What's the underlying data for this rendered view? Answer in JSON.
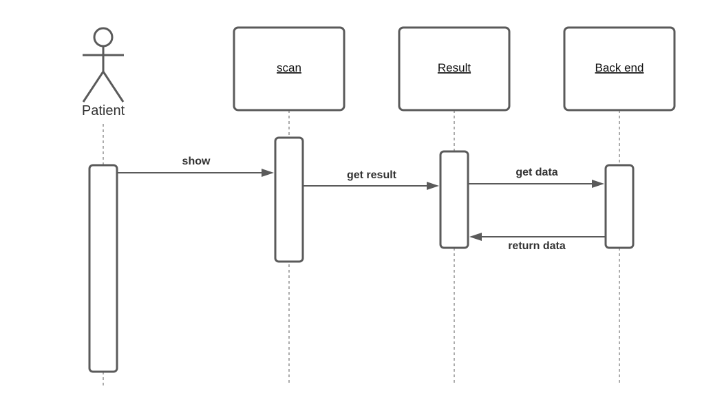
{
  "diagram": {
    "type": "sequence",
    "colors": {
      "line": "#5a5a5a",
      "text": "#333333",
      "background": "#ffffff"
    },
    "actor": {
      "label": "Patient",
      "icon": "stick-figure-icon"
    },
    "participants": [
      {
        "label": "scan"
      },
      {
        "label": "Result"
      },
      {
        "label": "Back end"
      }
    ],
    "messages": [
      {
        "label": "show",
        "from": "Patient",
        "to": "scan",
        "kind": "call"
      },
      {
        "label": "get result",
        "from": "scan",
        "to": "Result",
        "kind": "call"
      },
      {
        "label": "get data",
        "from": "Result",
        "to": "Back end",
        "kind": "call"
      },
      {
        "label": "return data",
        "from": "Back end",
        "to": "Result",
        "kind": "return"
      }
    ]
  }
}
